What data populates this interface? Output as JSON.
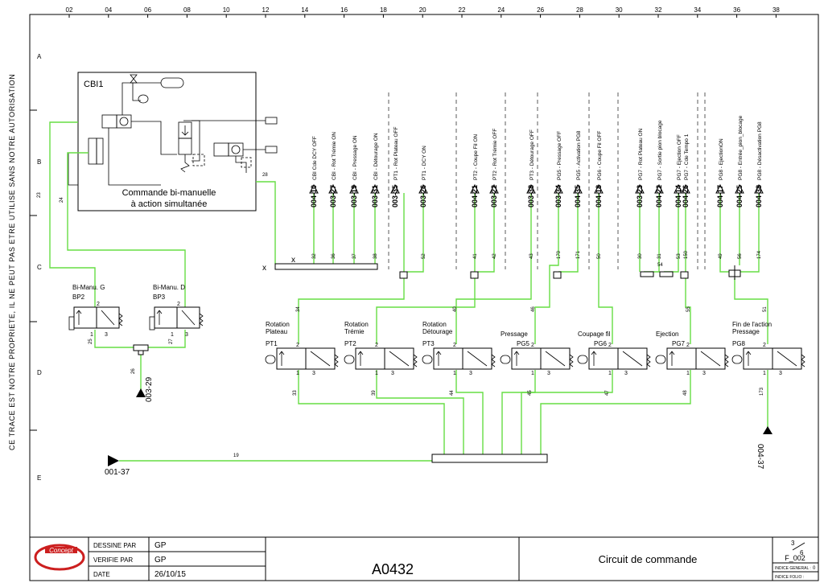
{
  "side_notice": "CE TRACE EST NOTRE PROPRIETE, IL NE PEUT PAS ETRE UTILISE SANS NOTRE AUTORISATION",
  "columns": [
    "02",
    "04",
    "06",
    "08",
    "10",
    "12",
    "14",
    "16",
    "18",
    "20",
    "22",
    "24",
    "26",
    "28",
    "30",
    "32",
    "34",
    "36",
    "38"
  ],
  "rows": [
    "A",
    "B",
    "C",
    "D",
    "E"
  ],
  "cbi": {
    "tag": "CBI1",
    "desc_line1": "Commande bi-manuelle",
    "desc_line2": "à action simultanée",
    "wire_out": "28"
  },
  "references": [
    {
      "ref": "004-10",
      "label": "CBI Cde DCY OFF",
      "wire": "32"
    },
    {
      "ref": "003-27",
      "label": "CBI - Rot Trémie ON",
      "wire": "36"
    },
    {
      "ref": "003-19",
      "label": "CBI - Pressage ON",
      "wire": "37"
    },
    {
      "ref": "003-31",
      "label": "CBI - Détourage ON",
      "wire": "38"
    },
    {
      "ref": "003-35",
      "label": "PT1 - Rot Plateau OFF",
      "wire": ""
    },
    {
      "ref": "003-26",
      "label": "PT1 - DCY ON",
      "wire": "52"
    },
    {
      "ref": "004-21",
      "label": "PT2 - Coupe Fil ON",
      "wire": "41"
    },
    {
      "ref": "003-22",
      "label": "PT2 - Rot Trémie OFF",
      "wire": "42"
    },
    {
      "ref": "003-38",
      "label": "PT3 - Détourage OFF",
      "wire": "43"
    },
    {
      "ref": "003-34",
      "label": "PG5 - Pressage OFF",
      "wire": "170"
    },
    {
      "ref": "004-35",
      "label": "PG5 - Activation PG8",
      "wire": "171"
    },
    {
      "ref": "004-18",
      "label": "PG6 - Coupe Fil OFF",
      "wire": "50"
    },
    {
      "ref": "003-23",
      "label": "PG7 - Rot Plateau ON",
      "wire": "30"
    },
    {
      "ref": "004-22",
      "label": "PG7 - Sortie pion blocage",
      "wire": "31"
    },
    {
      "ref": "004-14",
      "label": "PG7 - Ejection OFF",
      "wire": "53"
    },
    {
      "ref": "004-26",
      "label": "PG7 - Cde Tempo 1",
      "wire": "150"
    },
    {
      "ref": "004-17",
      "label": "PG8 - EjectionON",
      "wire": "49"
    },
    {
      "ref": "004-25",
      "label": "PG8 - Entrée_pion_blocage",
      "wire": "56"
    },
    {
      "ref": "004-38",
      "label": "PG8 - Désactivation PG8",
      "wire": "174"
    }
  ],
  "buttons": [
    {
      "name": "Bi-Manu. G",
      "tag": "BP2",
      "out_wire": "25"
    },
    {
      "name": "Bi-Manu. D",
      "tag": "BP3",
      "out_wire": "27"
    }
  ],
  "valves": [
    {
      "name_line1": "Rotation",
      "name_line2": "Plateau",
      "tag": "PT1",
      "out_wire": "33",
      "in_wire": "34"
    },
    {
      "name_line1": "Rotation",
      "name_line2": "Trémie",
      "tag": "PT2",
      "out_wire": "39",
      "in_wire": ""
    },
    {
      "name_line1": "Rotation",
      "name_line2": "Détourage",
      "tag": "PT3",
      "out_wire": "44",
      "in_wire": "40"
    },
    {
      "name_line1": "Pressage",
      "name_line2": "",
      "tag": "PG5",
      "out_wire": "45",
      "in_wire": "46"
    },
    {
      "name_line1": "Coupage fil",
      "name_line2": "",
      "tag": "PG6",
      "out_wire": "47",
      "in_wire": ""
    },
    {
      "name_line1": "Ejection",
      "name_line2": "",
      "tag": "PG7",
      "out_wire": "48",
      "in_wire": "55"
    },
    {
      "name_line1": "Fin de l'action",
      "name_line2": "Pressage",
      "tag": "PG8",
      "out_wire": "173",
      "in_wire": "51"
    }
  ],
  "wires": {
    "w23": "23",
    "w24": "24",
    "w26": "26",
    "w19": "19",
    "w54": "54"
  },
  "offpage": {
    "left_in": "001-37",
    "bottom_mid": "003-29",
    "right_out": "004-37"
  },
  "title_block": {
    "logo_text": "Concept",
    "drawn_label": "DESSINE PAR",
    "drawn_value": "GP",
    "checked_label": "VERIFIE PAR",
    "checked_value": "GP",
    "date_label": "DATE",
    "date_value": "26/10/15",
    "drawing_number": "A0432",
    "title": "Circuit de commande",
    "sheet_num": "3",
    "sheet_total": "6",
    "folio": "F_002",
    "index_general_label": "INDICE GENERAL :",
    "index_general_value": "0",
    "index_folio_label": "INDICE FOLIO :",
    "index_folio_value": ""
  },
  "colors": {
    "wire": "#66dd44",
    "line": "#000000",
    "dash": "#333333",
    "logo": "#cc1f1f"
  }
}
